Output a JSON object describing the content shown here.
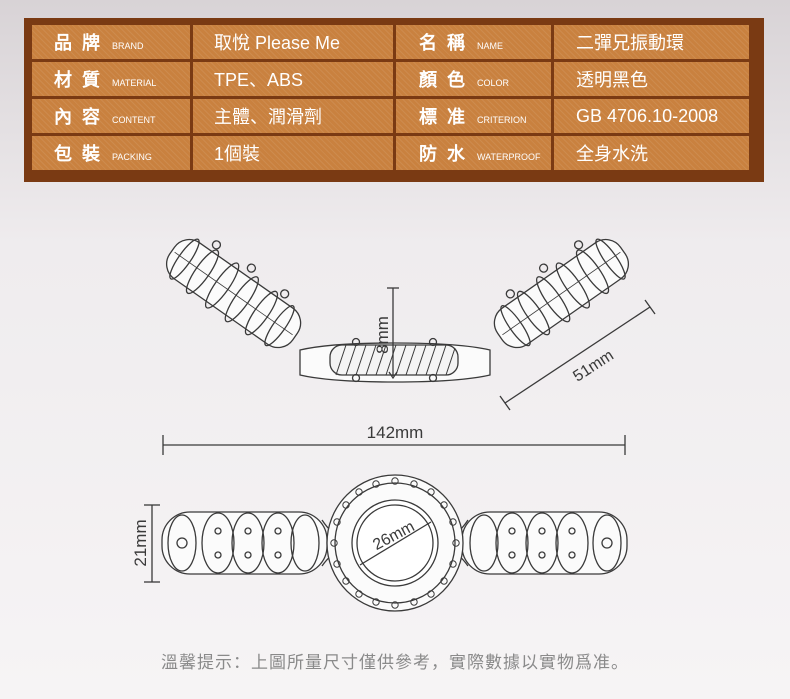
{
  "specs": [
    {
      "label": "品牌",
      "label_en": "BRAND",
      "value": "取悅 Please Me",
      "label2": "名稱",
      "label2_en": "NAME",
      "value2": "二彈兄振動環"
    },
    {
      "label": "材質",
      "label_en": "MATERIAL",
      "value": "TPE、ABS",
      "label2": "顏色",
      "label2_en": "COLOR",
      "value2": "透明黑色"
    },
    {
      "label": "內容",
      "label_en": "CONTENT",
      "value": "主體、潤滑劑",
      "label2": "標准",
      "label2_en": "CRITERION",
      "value2": "GB 4706.10-2008"
    },
    {
      "label": "包裝",
      "label_en": "PACKING",
      "value": "1個裝",
      "label2": "防水",
      "label2_en": "WATERPROOF",
      "value2": "全身水洗"
    }
  ],
  "dimensions": {
    "thickness": "8mm",
    "arm_length": "51mm",
    "total_length": "142mm",
    "height": "21mm",
    "ring_diameter": "26mm"
  },
  "tip": "溫馨提示：上圖所量尺寸僅供參考，實際數據以實物爲准。",
  "colors": {
    "frame": "#7a3a13",
    "cell": "#c9813f",
    "line": "#3a3a3a"
  }
}
